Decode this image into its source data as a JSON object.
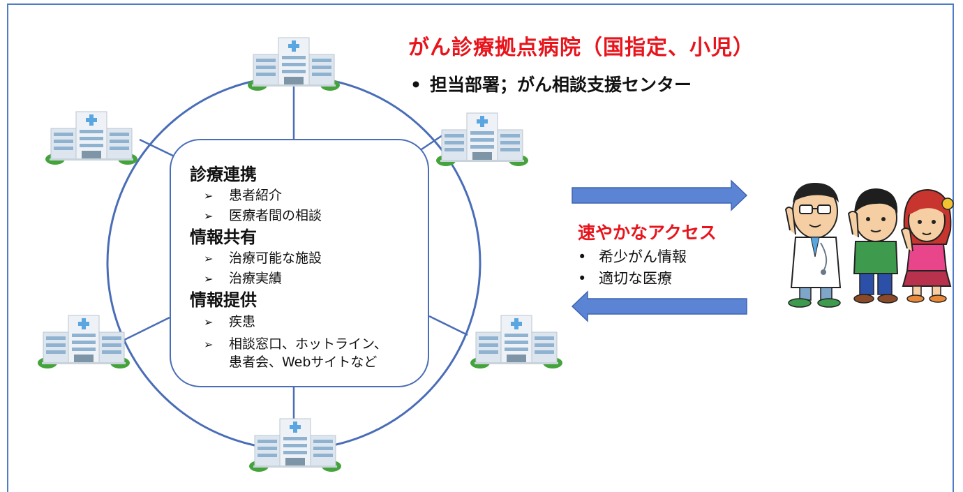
{
  "header": {
    "title": "がん診療拠点病院（国指定、小児）",
    "bullet": "担当部署；がん相談支援センター"
  },
  "center": {
    "sections": [
      {
        "heading": "診療連携",
        "items": [
          "患者紹介",
          "医療者間の相談"
        ]
      },
      {
        "heading": "情報共有",
        "items": [
          "治療可能な施設",
          "治療実績"
        ]
      },
      {
        "heading": "情報提供",
        "items": [
          "疾患",
          "相談窓口、ホットライン、",
          "患者会、Webサイトなど"
        ]
      }
    ]
  },
  "access": {
    "title": "速やかなアクセス",
    "items": [
      "希少がん情報",
      "適切な医療"
    ]
  },
  "colors": {
    "accent_red": "#e8141c",
    "ring_blue": "#4a6db8",
    "arrow_blue": "#5b84d4"
  },
  "icons": [
    "hospital-icon",
    "doctor-icon",
    "patient-boy-icon",
    "patient-girl-icon",
    "arrow-right-icon",
    "arrow-left-icon"
  ]
}
